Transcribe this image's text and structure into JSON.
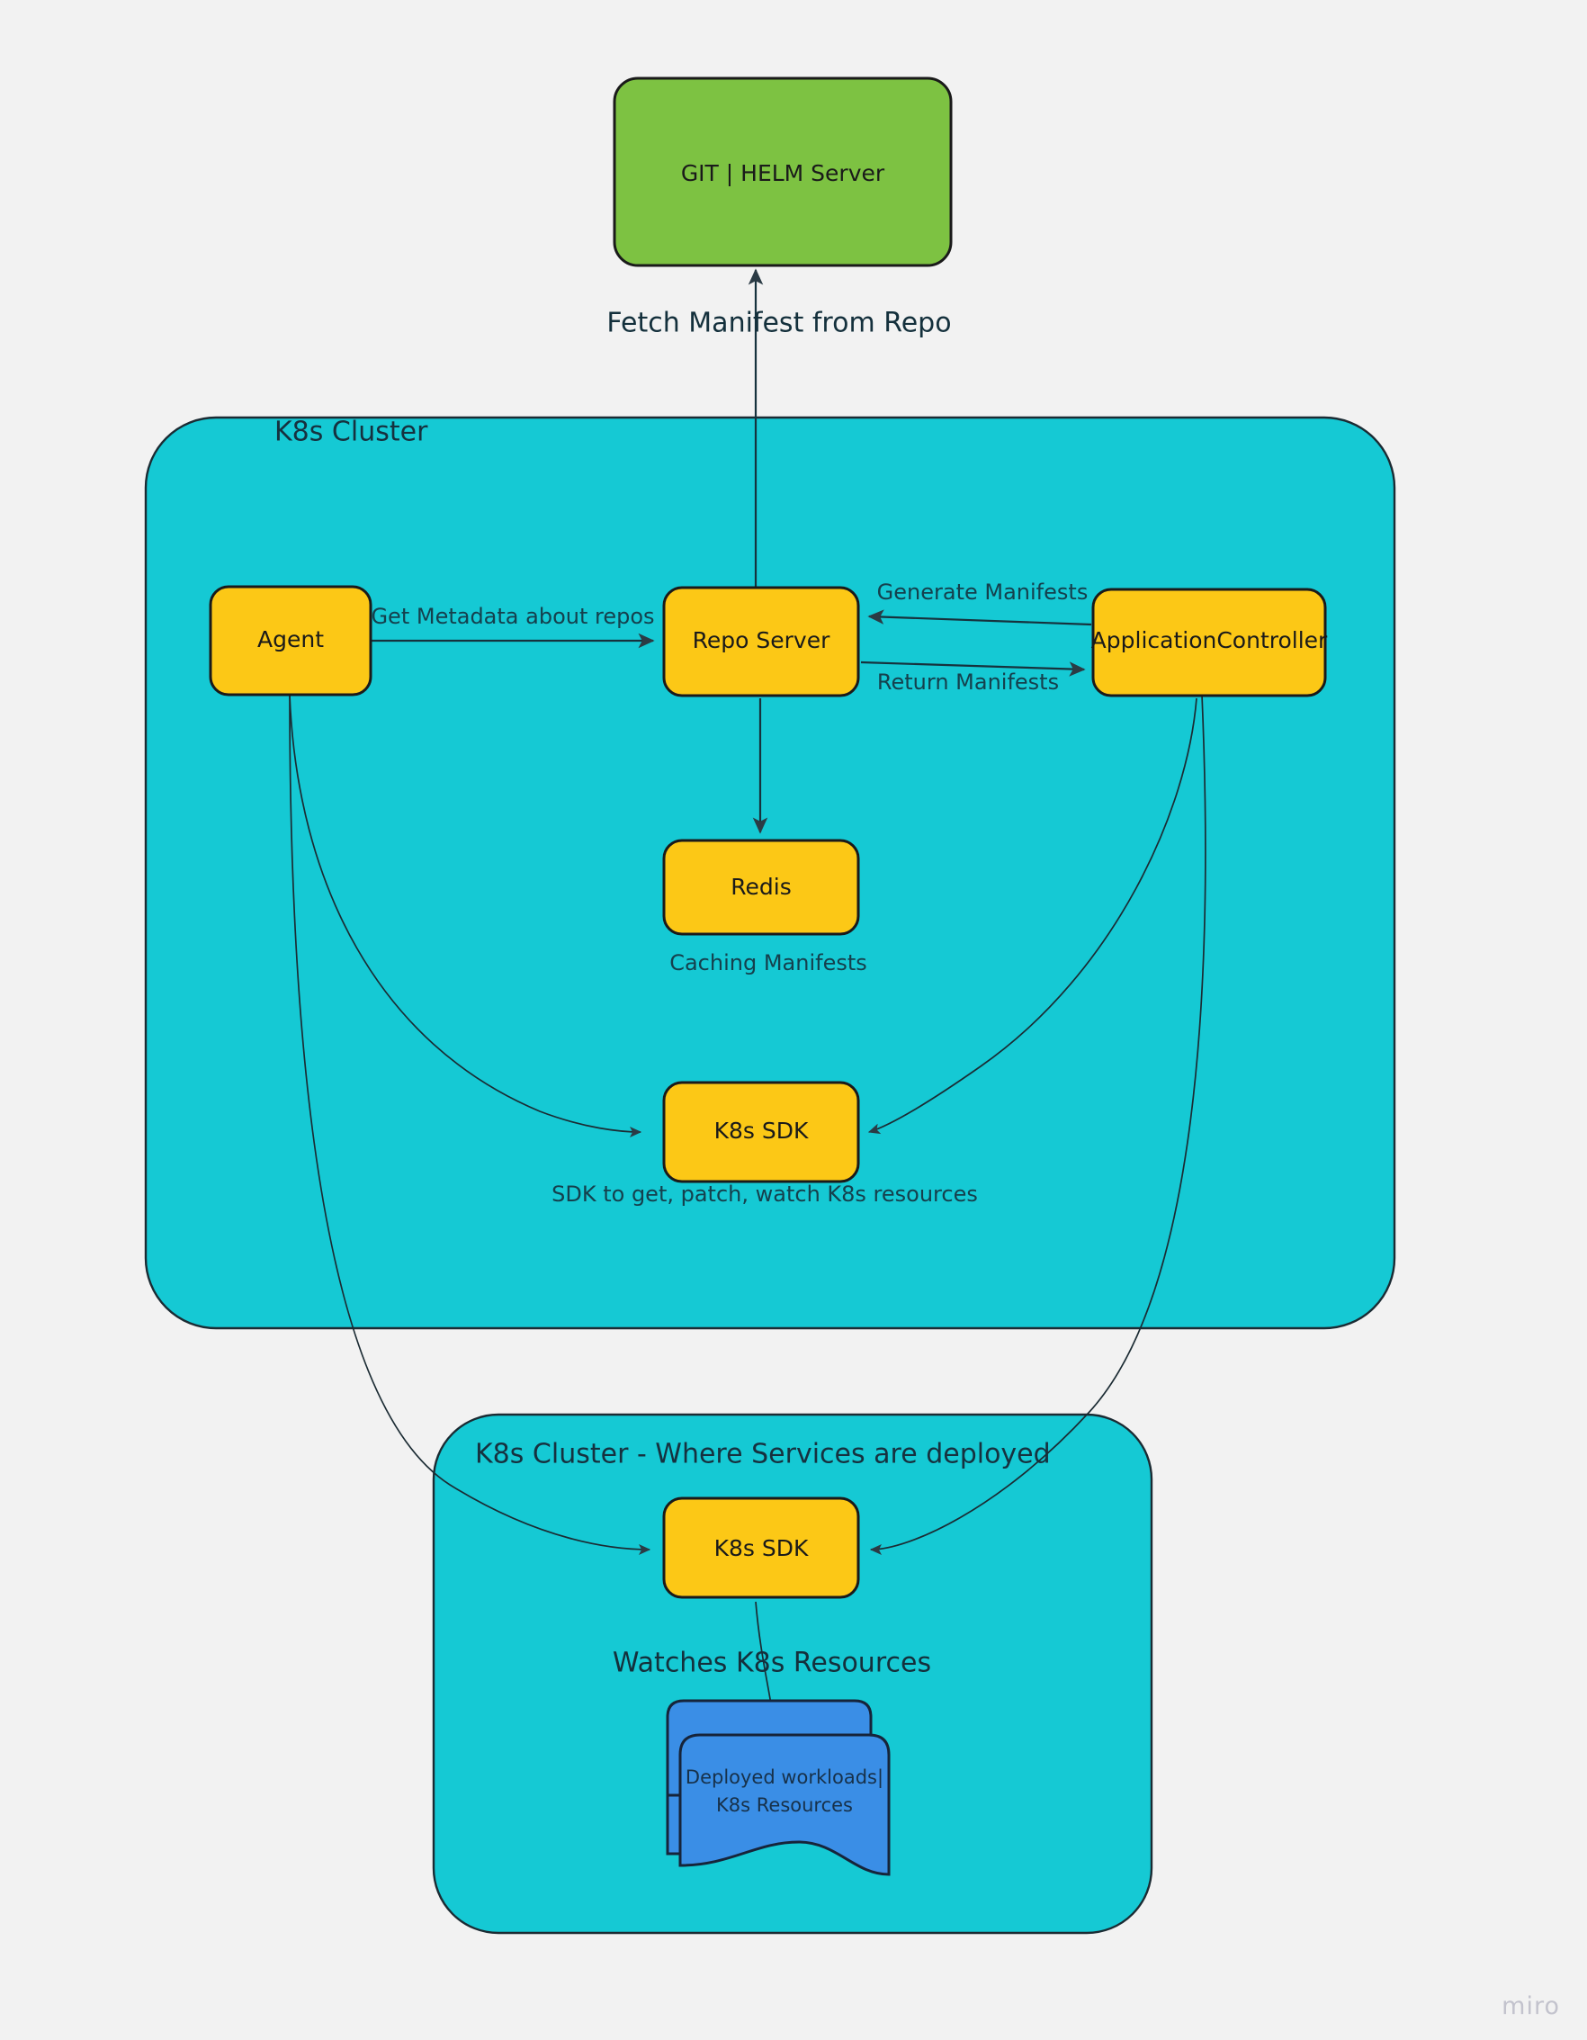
{
  "diagram": {
    "title": "ArgoCD GitOps architecture diagram",
    "background_color": "#f2f2f2",
    "watermark": "miro"
  },
  "colors": {
    "repo_server_green": "#7DC242",
    "cluster_cyan": "#15C9D4",
    "component_yellow": "#FCC816",
    "workload_blue": "#3A8EE6",
    "stroke_dark": "#16323d",
    "canvas_gray": "#f2f2f2"
  },
  "nodes": {
    "git_helm_server": {
      "label": "GIT | HELM Server",
      "color": "#7DC242"
    },
    "agent": {
      "label": "Agent",
      "color": "#FCC816"
    },
    "repo_server": {
      "label": "Repo Server",
      "color": "#FCC816"
    },
    "application_controller": {
      "label": "ApplicationController",
      "color": "#FCC816"
    },
    "redis": {
      "label": "Redis",
      "color": "#FCC816",
      "caption": "Caching Manifests"
    },
    "k8s_sdk_upper": {
      "label": "K8s SDK",
      "color": "#FCC816",
      "caption": "SDK to get, patch, watch K8s resources"
    },
    "k8s_sdk_lower": {
      "label": "K8s SDK",
      "color": "#FCC816"
    },
    "deployed_workloads": {
      "label_line1": "Deployed workloads|",
      "label_line2": "K8s Resources",
      "color": "#3A8EE6"
    }
  },
  "clusters": {
    "upper": {
      "title": "K8s Cluster",
      "color": "#15C9D4"
    },
    "lower": {
      "title": "K8s Cluster - Where Services are deployed",
      "color": "#15C9D4"
    }
  },
  "edges": [
    {
      "id": "fetch-manifest",
      "label": "Fetch Manifest from Repo",
      "from": "repo_server",
      "to": "git_helm_server"
    },
    {
      "id": "get-metadata",
      "label": "Get Metadata about repos",
      "from": "agent",
      "to": "repo_server"
    },
    {
      "id": "generate-manifests",
      "label": "Generate Manifests",
      "from": "application_controller",
      "to": "repo_server"
    },
    {
      "id": "return-manifests",
      "label": "Return Manifests",
      "from": "repo_server",
      "to": "application_controller"
    },
    {
      "id": "cache-manifests",
      "label": "",
      "from": "repo_server",
      "to": "redis"
    },
    {
      "id": "agent-to-sdk",
      "label": "",
      "from": "agent",
      "to": "k8s_sdk_upper"
    },
    {
      "id": "appctrl-to-sdk",
      "label": "",
      "from": "application_controller",
      "to": "k8s_sdk_upper"
    },
    {
      "id": "agent-to-lower-sdk",
      "label": "",
      "from": "agent",
      "to": "k8s_sdk_lower"
    },
    {
      "id": "appctrl-to-lower-sdk",
      "label": "",
      "from": "application_controller",
      "to": "k8s_sdk_lower"
    },
    {
      "id": "watches-resources",
      "label": "Watches K8s Resources",
      "from": "k8s_sdk_lower",
      "to": "deployed_workloads"
    }
  ]
}
